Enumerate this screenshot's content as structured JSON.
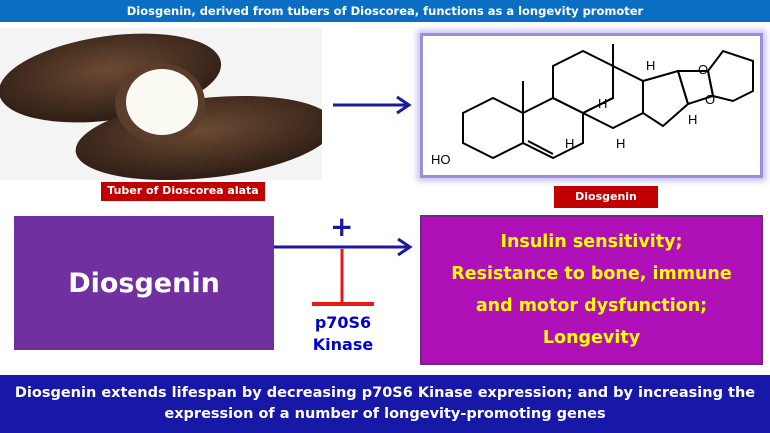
{
  "header": {
    "title": "Diosgenin, derived from tubers of Dioscorea, functions as a longevity promoter"
  },
  "photo": {
    "caption": "Tuber of Dioscorea alata"
  },
  "structure": {
    "caption": "Diosgenin",
    "labels": {
      "ho": "HO",
      "h": "H",
      "o": "O"
    }
  },
  "diagram": {
    "source_box": "Diosgenin",
    "plus": "+",
    "inhibited": [
      "p70S6",
      "Kinase"
    ],
    "outcome": [
      "Insulin sensitivity;",
      "Resistance to bone, immune",
      "and motor dysfunction;",
      "Longevity"
    ]
  },
  "footer": {
    "text": "Diosgenin extends lifespan by decreasing p70S6 Kinase expression; and by increasing the expression of a number of longevity-promoting genes"
  },
  "colors": {
    "banner": "#0a6fc2",
    "purple": "#7030a0",
    "magenta": "#b010b8",
    "yellow": "#ffff00",
    "red": "#c00000",
    "arrow": "#1a1a9a",
    "footer": "#1818a8"
  }
}
